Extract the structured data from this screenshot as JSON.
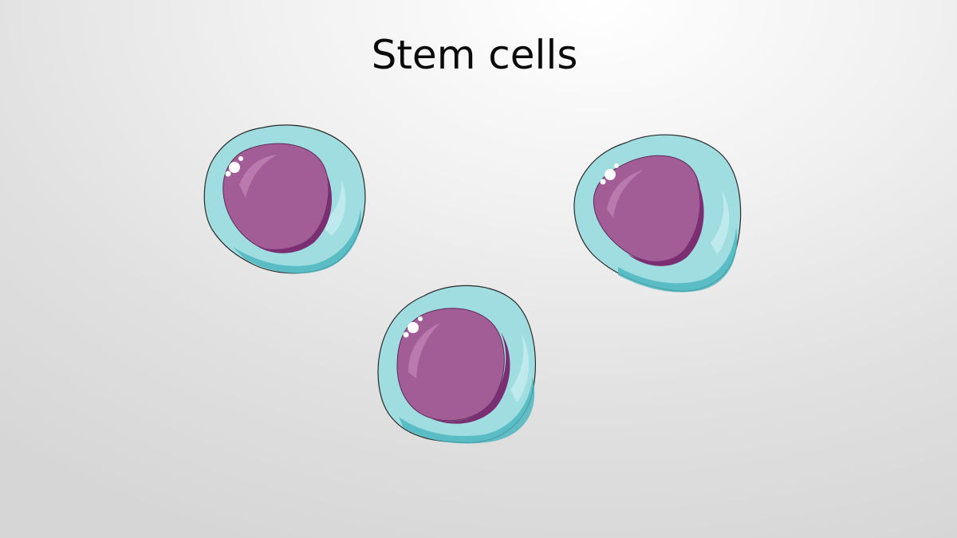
{
  "slide": {
    "title": "Stem cells"
  },
  "illustration": {
    "cells": [
      {
        "name": "stem-cell-top-left"
      },
      {
        "name": "stem-cell-top-right"
      },
      {
        "name": "stem-cell-bottom-center"
      }
    ],
    "colors": {
      "cytoplasm": "#9fdde0",
      "cytoplasm_shadow": "#4eb6bf",
      "membrane_outline": "#2a2a2a",
      "nucleus": "#a35d96",
      "nucleus_shadow": "#7b2f72",
      "highlight": "#ffffff"
    }
  }
}
